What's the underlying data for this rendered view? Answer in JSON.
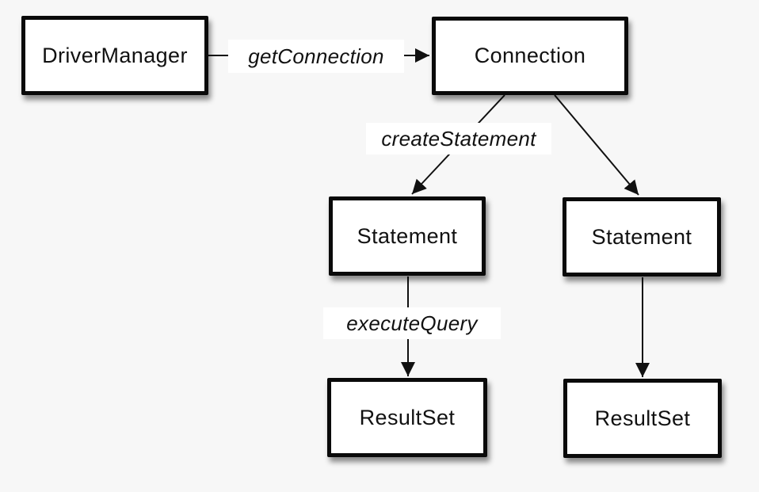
{
  "diagram": {
    "nodes": [
      {
        "id": "driver-manager",
        "label": "DriverManager"
      },
      {
        "id": "connection",
        "label": "Connection"
      },
      {
        "id": "statement-left",
        "label": "Statement"
      },
      {
        "id": "statement-right",
        "label": "Statement"
      },
      {
        "id": "resultset-left",
        "label": "ResultSet"
      },
      {
        "id": "resultset-right",
        "label": "ResultSet"
      }
    ],
    "edges": [
      {
        "id": "get-connection",
        "label": "getConnection",
        "from": "DriverManager",
        "to": "Connection"
      },
      {
        "id": "create-statement",
        "label": "createStatement",
        "from": "Connection",
        "to": "Statement (left)"
      },
      {
        "id": "connection-to-statement-right",
        "label": "",
        "from": "Connection",
        "to": "Statement (right)"
      },
      {
        "id": "execute-query",
        "label": "executeQuery",
        "from": "Statement (left)",
        "to": "ResultSet (left)"
      },
      {
        "id": "statement-to-resultset-right",
        "label": "",
        "from": "Statement (right)",
        "to": "ResultSet (right)"
      }
    ],
    "colors": {
      "background": "#f7f7f7",
      "node-fill": "#ffffff",
      "node-border": "#0a0a0a",
      "line": "#111111",
      "text": "#111111",
      "label-bg": "#ffffff"
    }
  }
}
